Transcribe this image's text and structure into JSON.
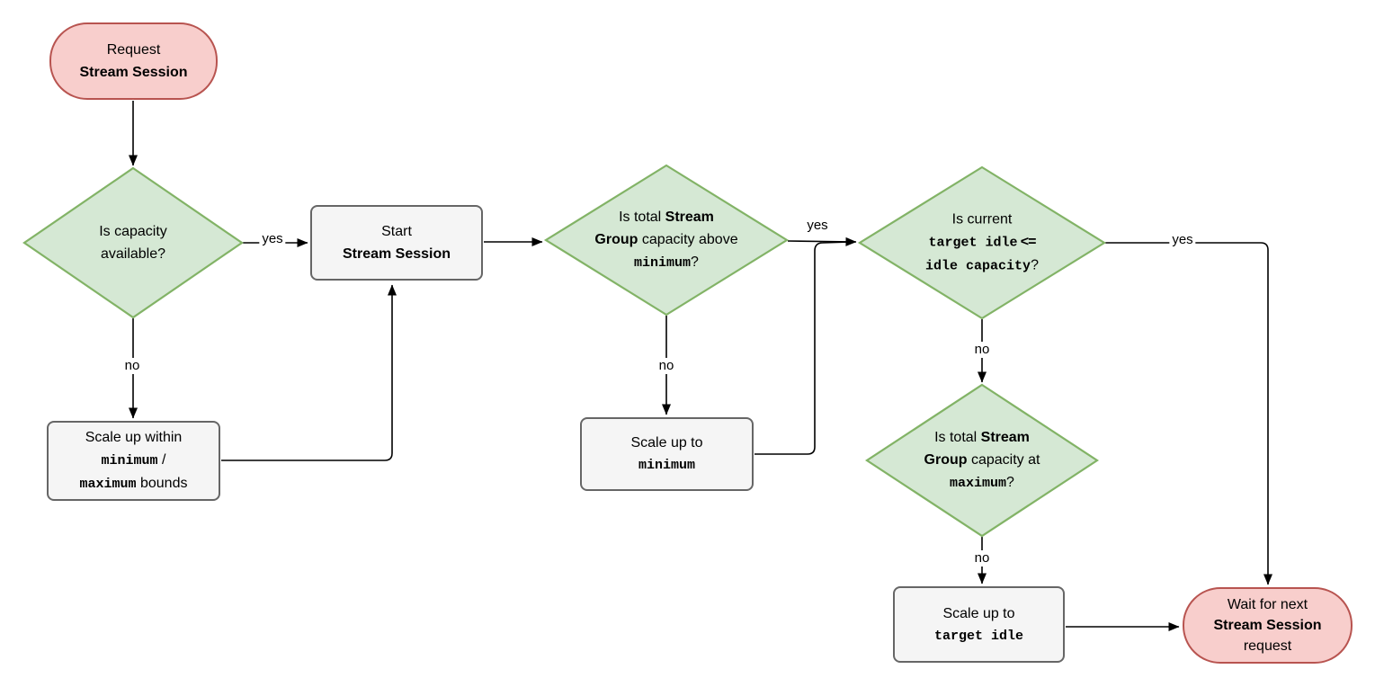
{
  "colors": {
    "decision_fill": "#d5e8d4",
    "decision_stroke": "#82b366",
    "terminal_fill": "#f8cecc",
    "terminal_stroke": "#b85450",
    "process_fill": "#f5f5f5",
    "process_stroke": "#666666",
    "edge": "#000000"
  },
  "labels": {
    "capacity_yes": "yes",
    "capacity_no": "no",
    "group_min_yes": "yes",
    "group_min_no": "no",
    "target_idle_yes": "yes",
    "target_idle_no": "no",
    "group_max_no": "no"
  },
  "nodes": {
    "request": {
      "line1": "Request",
      "line2": "Stream Session"
    },
    "capacity": {
      "line1": "Is capacity",
      "line2": "available?"
    },
    "start": {
      "line1": "Start",
      "line2": "Stream Session"
    },
    "scale_bounds": {
      "line1": "Scale up within",
      "line2_code": "minimum",
      "line2_rest": " /",
      "line3_code": "maximum",
      "line3_rest": " bounds"
    },
    "group_min": {
      "line1_pre": "Is total ",
      "line1_bold": "Stream",
      "line2_bold": "Group",
      "line2_rest": " capacity above",
      "line3_code": "minimum",
      "line3_rest": "?"
    },
    "scale_min": {
      "line1": "Scale up to",
      "line2_code": "minimum"
    },
    "target_idle": {
      "line1": "Is current",
      "line2_code": "target idle",
      "line2_op": "<=",
      "line3_code": "idle capacity",
      "line3_rest": "?"
    },
    "group_max": {
      "line1_pre": "Is total ",
      "line1_bold": "Stream",
      "line2_bold": "Group",
      "line2_rest": " capacity at",
      "line3_code": "maximum",
      "line3_rest": "?"
    },
    "scale_target": {
      "line1": "Scale up to",
      "line2_code": "target idle"
    },
    "wait": {
      "line1": "Wait for next",
      "line2": "Stream Session",
      "line3": "request"
    }
  }
}
